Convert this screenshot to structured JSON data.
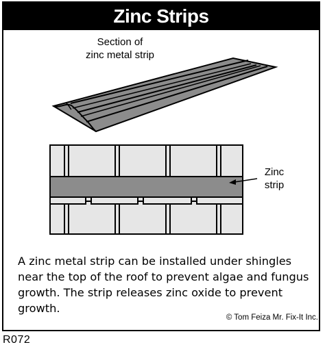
{
  "header": {
    "title": "Zinc Strips"
  },
  "labels": {
    "section_line1": "Section of",
    "section_line2": "zinc metal strip",
    "zinc_line1": "Zinc",
    "zinc_line2": "strip"
  },
  "caption": "A zinc metal strip can be installed under shingles near the top of the roof to prevent algae and fungus growth. The strip releases zinc oxide to prevent growth.",
  "copyright": "© Tom Feiza Mr. Fix-It Inc.",
  "code": "R072",
  "colors": {
    "strip": "#8c8c8c",
    "shingle": "#e6e6e6",
    "outline": "#000000"
  }
}
